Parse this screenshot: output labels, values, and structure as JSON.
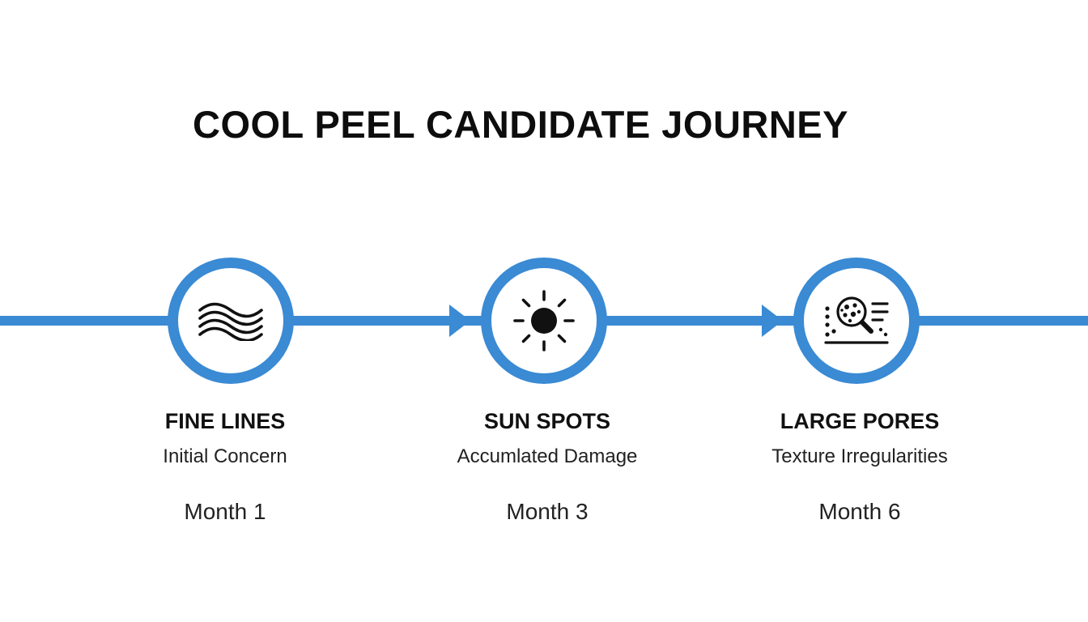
{
  "title": "COOL PEEL CANDIDATE JOURNEY",
  "colors": {
    "accent": "#3a8ad4",
    "text": "#111111",
    "background": "#ffffff"
  },
  "steps": [
    {
      "title": "FINE LINES",
      "subtitle": "Initial Concern",
      "month": "Month 1",
      "icon": "wavy-lines-icon"
    },
    {
      "title": "SUN SPOTS",
      "subtitle": "Accumlated Damage",
      "month": "Month 3",
      "icon": "sun-icon"
    },
    {
      "title": "LARGE PORES",
      "subtitle": "Texture Irregularities",
      "month": "Month 6",
      "icon": "magnified-pores-icon"
    }
  ]
}
